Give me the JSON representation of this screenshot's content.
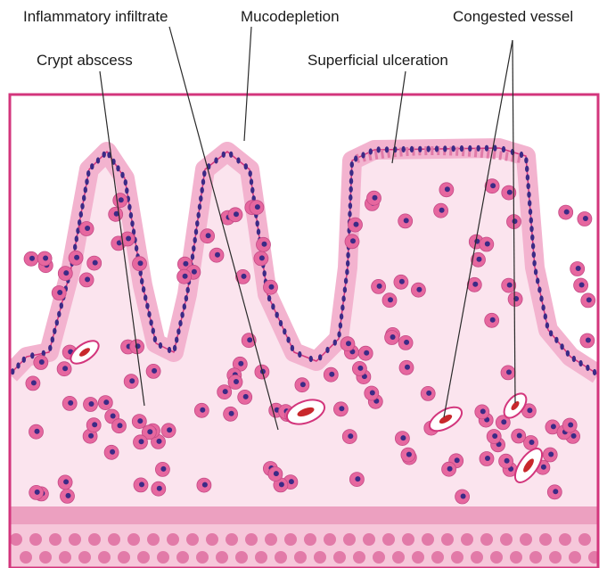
{
  "labels": {
    "inflammatory_infiltrate": "Inflammatory infiltrate",
    "mucodepletion": "Mucodepletion",
    "congested_vessel": "Congested vessel",
    "crypt_abscess": "Crypt abscess",
    "superficial_ulceration": "Superficial ulceration"
  },
  "colors": {
    "frame": "#d3357c",
    "stroma": "#fbe4ee",
    "epithelium": "#f3b3cf",
    "nucleus": "#3b2a86",
    "cell": "#e6679f",
    "erythrocyte": "#c8282c",
    "leader": "#2a2a2a"
  }
}
